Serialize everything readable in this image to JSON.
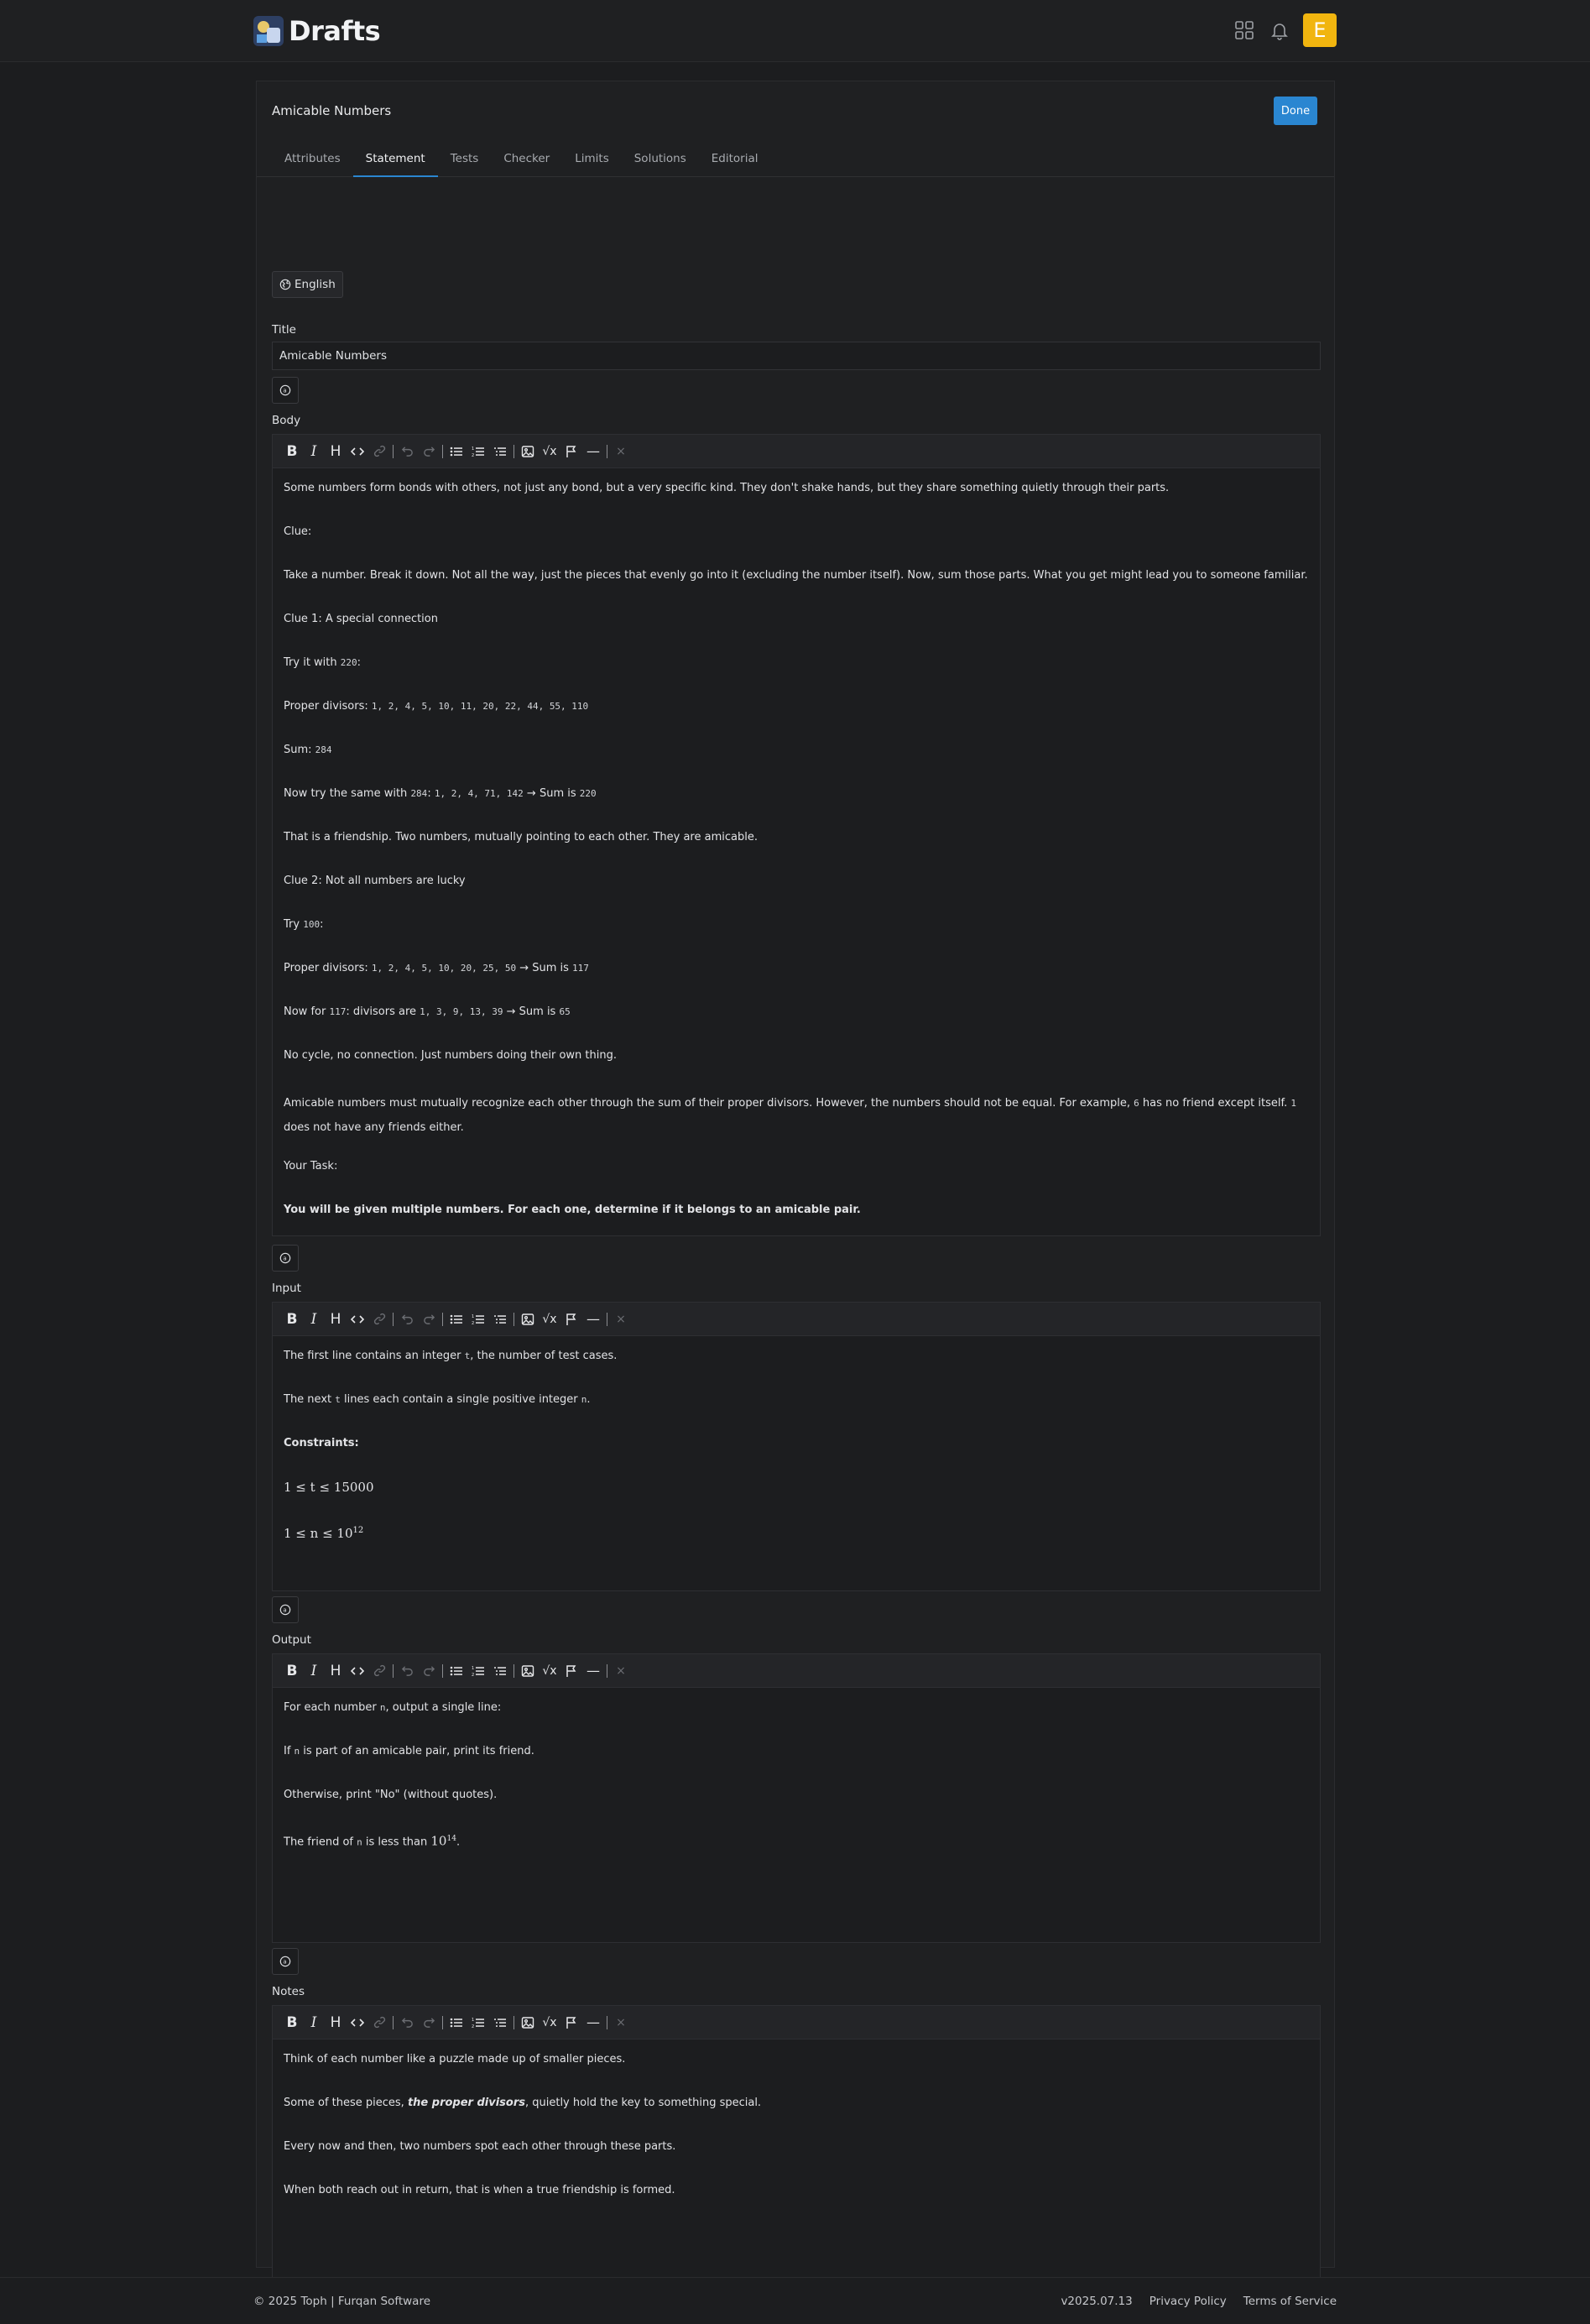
{
  "app": {
    "name": "Drafts",
    "avatar_letter": "E",
    "accent": "#2a86d1",
    "avatar_color": "#f1b50f"
  },
  "header_icons": [
    "apps-grid-icon",
    "bell-icon"
  ],
  "page": {
    "title": "Amicable Numbers",
    "done_label": "Done",
    "tabs": [
      {
        "label": "Attributes"
      },
      {
        "label": "Statement"
      },
      {
        "label": "Tests"
      },
      {
        "label": "Checker"
      },
      {
        "label": "Limits"
      },
      {
        "label": "Solutions"
      },
      {
        "label": "Editorial"
      }
    ],
    "active_tab": "Statement"
  },
  "statement": {
    "language_label": "English",
    "title_label": "Title",
    "title_value": "Amicable Numbers",
    "body_label": "Body",
    "body": {
      "p1": "Some numbers form bonds with others, not just any bond, but a very specific kind. They don't shake hands, but they share something quietly through their parts.",
      "p2": "Clue:",
      "p3": "Take a number. Break it down. Not all the way, just the pieces that evenly go into it (excluding the number itself). Now, sum those parts. What you get might lead you to someone familiar.",
      "p4": "Clue 1: A special connection",
      "p5_a": "Try it with ",
      "p5_code": "220",
      "p5_b": ":",
      "p6_a": "Proper divisors: ",
      "p6_code": "1, 2, 4, 5, 10, 11, 20, 22, 44, 55, 110",
      "p7_a": "Sum: ",
      "p7_code": "284",
      "p8_a": "Now try the same with ",
      "p8_code1": "284",
      "p8_b": ": ",
      "p8_code2": "1, 2, 4, 71, 142",
      "p8_c": " → Sum is ",
      "p8_code3": "220",
      "p9": "That is a friendship. Two numbers, mutually pointing to each other. They are amicable.",
      "p10": "Clue 2: Not all numbers are lucky",
      "p11_a": "Try ",
      "p11_code": "100",
      "p11_b": ":",
      "p12_a": "Proper divisors: ",
      "p12_code1": "1, 2, 4, 5, 10, 20, 25, 50",
      "p12_b": " → Sum is ",
      "p12_code2": "117",
      "p13_a": "Now for ",
      "p13_code1": "117",
      "p13_b": ": divisors are ",
      "p13_code2": "1, 3, 9, 13, 39",
      "p13_c": " → Sum is ",
      "p13_code3": "65",
      "p14": "No cycle, no connection. Just numbers doing their own thing.",
      "p15_a": "Amicable numbers must mutually recognize each other through the sum of their proper divisors. However, the numbers should not be equal. For example, ",
      "p15_code1": "6",
      "p15_b": " has no friend except itself. ",
      "p15_code2": "1",
      "p15_c": " does not have any friends either.",
      "p16": "Your Task:",
      "p17": "You will be given multiple numbers. For each one, determine if it belongs to an amicable pair."
    },
    "input_label": "Input",
    "input": {
      "p1_a": "The first line contains an integer ",
      "p1_code": "t",
      "p1_b": ", the number of test cases.",
      "p2_a": "The next ",
      "p2_code": "t",
      "p2_b": " lines each contain a single positive integer ",
      "p2_code2": "n",
      "p2_c": ".",
      "p3": "Constraints:",
      "m1": "1 ≤ t ≤ 15000",
      "m2": "1 ≤ n ≤ 10",
      "m2_exp": "12"
    },
    "output_label": "Output",
    "output": {
      "p1_a": "For each number ",
      "p1_code": "n",
      "p1_b": ", output a single line:",
      "p2_a": "If ",
      "p2_code": "n",
      "p2_b": " is part of an amicable pair, print its friend.",
      "p3": "Otherwise, print \"No\" (without quotes).",
      "p4_a": "The friend of ",
      "p4_code": "n",
      "p4_b": " is less than ",
      "p4_math": "10",
      "p4_exp": "14",
      "p4_c": "."
    },
    "notes_label": "Notes",
    "notes": {
      "p1": "Think of each number like a puzzle made up of smaller pieces.",
      "p2_a": "Some of these pieces, ",
      "p2_em": "the proper divisors",
      "p2_b": ", quietly hold the key to something special.",
      "p3": "Every now and then, two numbers spot each other through these parts.",
      "p4": "When both reach out in return, that is when a true friendship is formed."
    }
  },
  "toolbar_icons": [
    "bold-icon",
    "italic-icon",
    "heading-icon",
    "code-icon",
    "link-icon",
    "undo-icon",
    "redo-icon",
    "bullet-list-icon",
    "ordered-list-icon",
    "task-list-icon",
    "image-icon",
    "math-icon",
    "flag-icon",
    "horizontal-rule-icon",
    "clear-format-icon"
  ],
  "footer": {
    "copyright": "© 2025 Toph | Furqan Software",
    "version": "v2025.07.13",
    "privacy": "Privacy Policy",
    "terms": "Terms of Service"
  }
}
